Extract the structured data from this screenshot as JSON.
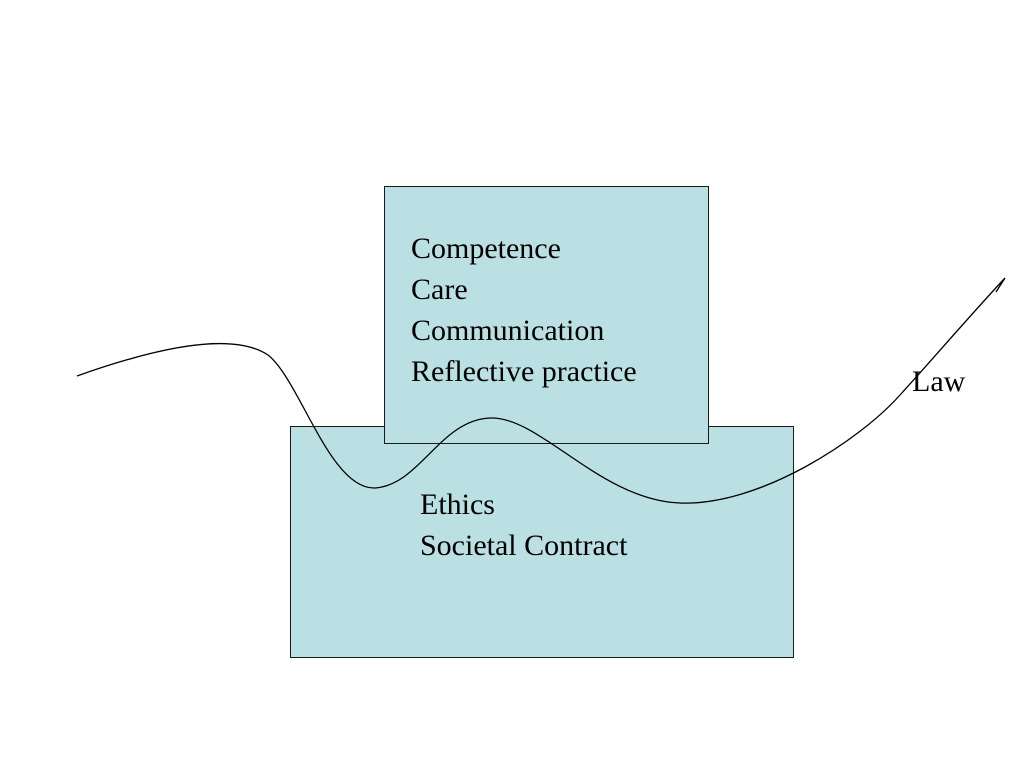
{
  "diagram": {
    "top_box": {
      "lines": [
        "Competence",
        "Care",
        "Communication",
        "Reflective practice"
      ]
    },
    "bottom_box": {
      "lines": [
        "Ethics",
        "Societal Contract"
      ]
    },
    "curve_label": "Law"
  },
  "colors": {
    "box_fill": "#bae0e3",
    "box_border": "#1a1a1a",
    "curve_stroke": "#000000",
    "background": "#ffffff"
  }
}
